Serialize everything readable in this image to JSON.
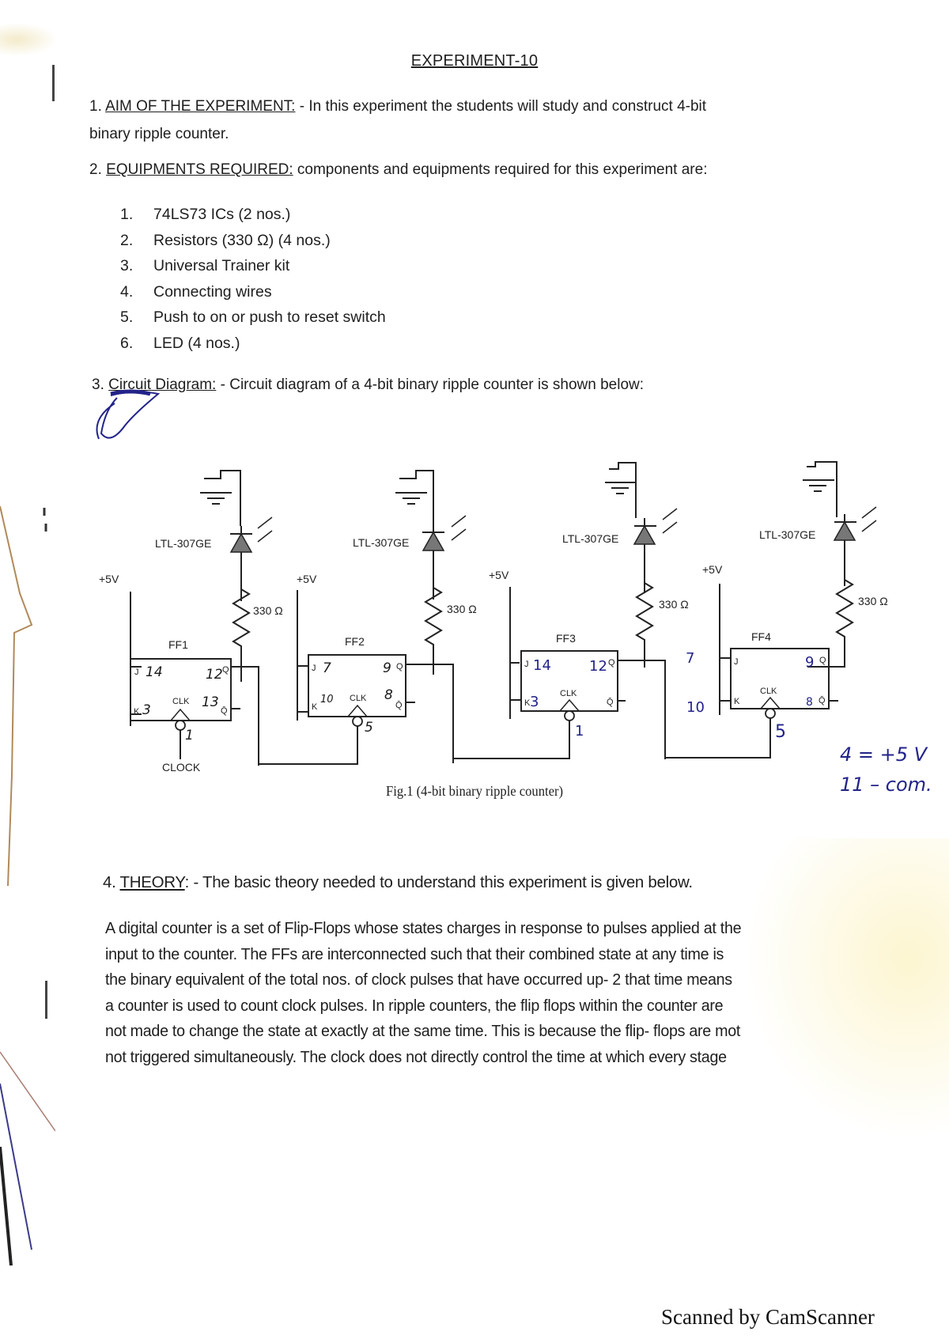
{
  "document": {
    "title": "EXPERIMENT-10",
    "aim": {
      "number": "1.",
      "heading": "AIM OF THE EXPERIMENT:",
      "text": " - In this experiment the students will study and construct 4-bit",
      "text_line2": "binary ripple counter."
    },
    "equipment": {
      "number": "2.",
      "heading": "EQUIPMENTS REQUIRED:",
      "text": " components and equipments required for this experiment are:",
      "items": [
        {
          "num": "1.",
          "label": "74LS73 ICs (2 nos.)"
        },
        {
          "num": "2.",
          "label": "Resistors (330 Ω) (4 nos.)"
        },
        {
          "num": "3.",
          "label": "Universal Trainer kit"
        },
        {
          "num": "4.",
          "label": "Connecting wires"
        },
        {
          "num": "5.",
          "label": "Push to on or push to reset switch"
        },
        {
          "num": "6.",
          "label": "LED (4 nos.)"
        }
      ]
    },
    "circuit": {
      "number": "3.",
      "heading": "Circuit Diagram:",
      "text": " - Circuit diagram of a 4-bit binary ripple counter is shown below:"
    },
    "theory": {
      "number": "4.",
      "heading": "THEORY",
      "text": ": - The basic theory needed to understand this experiment is given below.",
      "lines": [
        "A digital counter is a set of Flip-Flops whose states charges in response to pulses applied at the",
        "input to the counter. The FFs are interconnected such that their combined state at any time is",
        "the binary equivalent of the total nos. of clock pulses that have occurred up- 2 that time means",
        "a counter is used to count clock pulses. In ripple counters, the flip flops within the counter are",
        "not made to change the state at exactly at the same time. This is because the flip- flops are mot",
        "not triggered simultaneously. The clock does not directly control the time at which every stage"
      ]
    }
  },
  "diagram": {
    "caption": "Fig.1 (4-bit binary ripple counter)",
    "clock_label": "CLOCK",
    "stages": [
      {
        "ff": "FF1",
        "led": "LTL-307GE",
        "resistor": "330 Ω",
        "supply": "+5V",
        "pins": {
          "j": "14",
          "k": "3",
          "q": "12",
          "qbar": "13",
          "clk": "1"
        }
      },
      {
        "ff": "FF2",
        "led": "LTL-307GE",
        "resistor": "330 Ω",
        "supply": "+5V",
        "pins": {
          "j": "7",
          "k": "10",
          "q": "9",
          "qbar": "8",
          "clk": "5"
        }
      },
      {
        "ff": "FF3",
        "led": "LTL-307GE",
        "resistor": "330 Ω",
        "supply": "+5V",
        "pins": {
          "j": "14",
          "k": "3",
          "q": "12",
          "qbar": "",
          "clk": "1"
        }
      },
      {
        "ff": "FF4",
        "led": "LTL-307GE",
        "resistor": "330 Ω",
        "supply": "+5V",
        "pins": {
          "j": "7",
          "k": "10",
          "q": "9",
          "qbar": "8",
          "clk": "5"
        }
      }
    ],
    "pin_labels": {
      "j": "J",
      "k": "K",
      "q": "Q",
      "qbar": "Q̄",
      "clk": "CLK"
    },
    "handwritten_notes": [
      "4 = +5 V",
      "11 – com."
    ]
  },
  "footer": {
    "watermark": "Scanned by CamScanner"
  }
}
